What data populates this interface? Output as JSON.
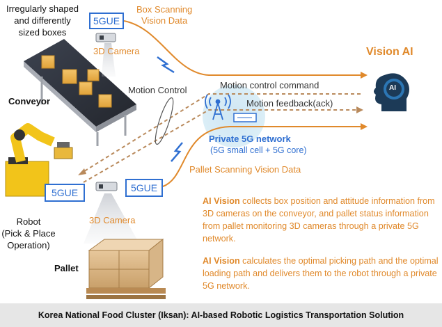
{
  "boxes_label": "Irregularly shaped\nand differently\nsized boxes",
  "ue_top": "5GUE",
  "camera_top_label": "3D Camera",
  "box_scan_label": "Box Scanning\nVision Data",
  "vision_ai_label": "Vision AI",
  "ai_icon_text": "AI",
  "conveyor_label": "Conveyor",
  "motion_control_label": "Motion Control",
  "motion_cmd_label": "Motion control command",
  "motion_feedback_label": "Motion feedback(ack)",
  "network_title": "Private 5G network",
  "network_sub": "(5G small cell + 5G core)",
  "pallet_scan_label": "Pallet Scanning Vision Data",
  "ue_robot": "5GUE",
  "ue_pallet": "5GUE",
  "camera_bottom_label": "3D Camera",
  "robot_label": "Robot\n(Pick & Place\nOperation)",
  "pallet_label": "Pallet",
  "para1_lead": "AI Vision",
  "para1_text": " collects box position and attitude information from 3D cameras on the conveyor, and pallet status information from pallet monitoring 3D cameras through a private 5G network.",
  "para2_lead": "AI Vision",
  "para2_text": " calculates the optimal picking path and the optimal loading path and delivers them to the robot through a private 5G network.",
  "footer": "Korea National Food Cluster (Iksan): AI-based Robotic Logistics Transportation Solution",
  "colors": {
    "orange": "#E0892B",
    "blue": "#2F6FD1",
    "footer_bg": "#e6e6e6"
  }
}
